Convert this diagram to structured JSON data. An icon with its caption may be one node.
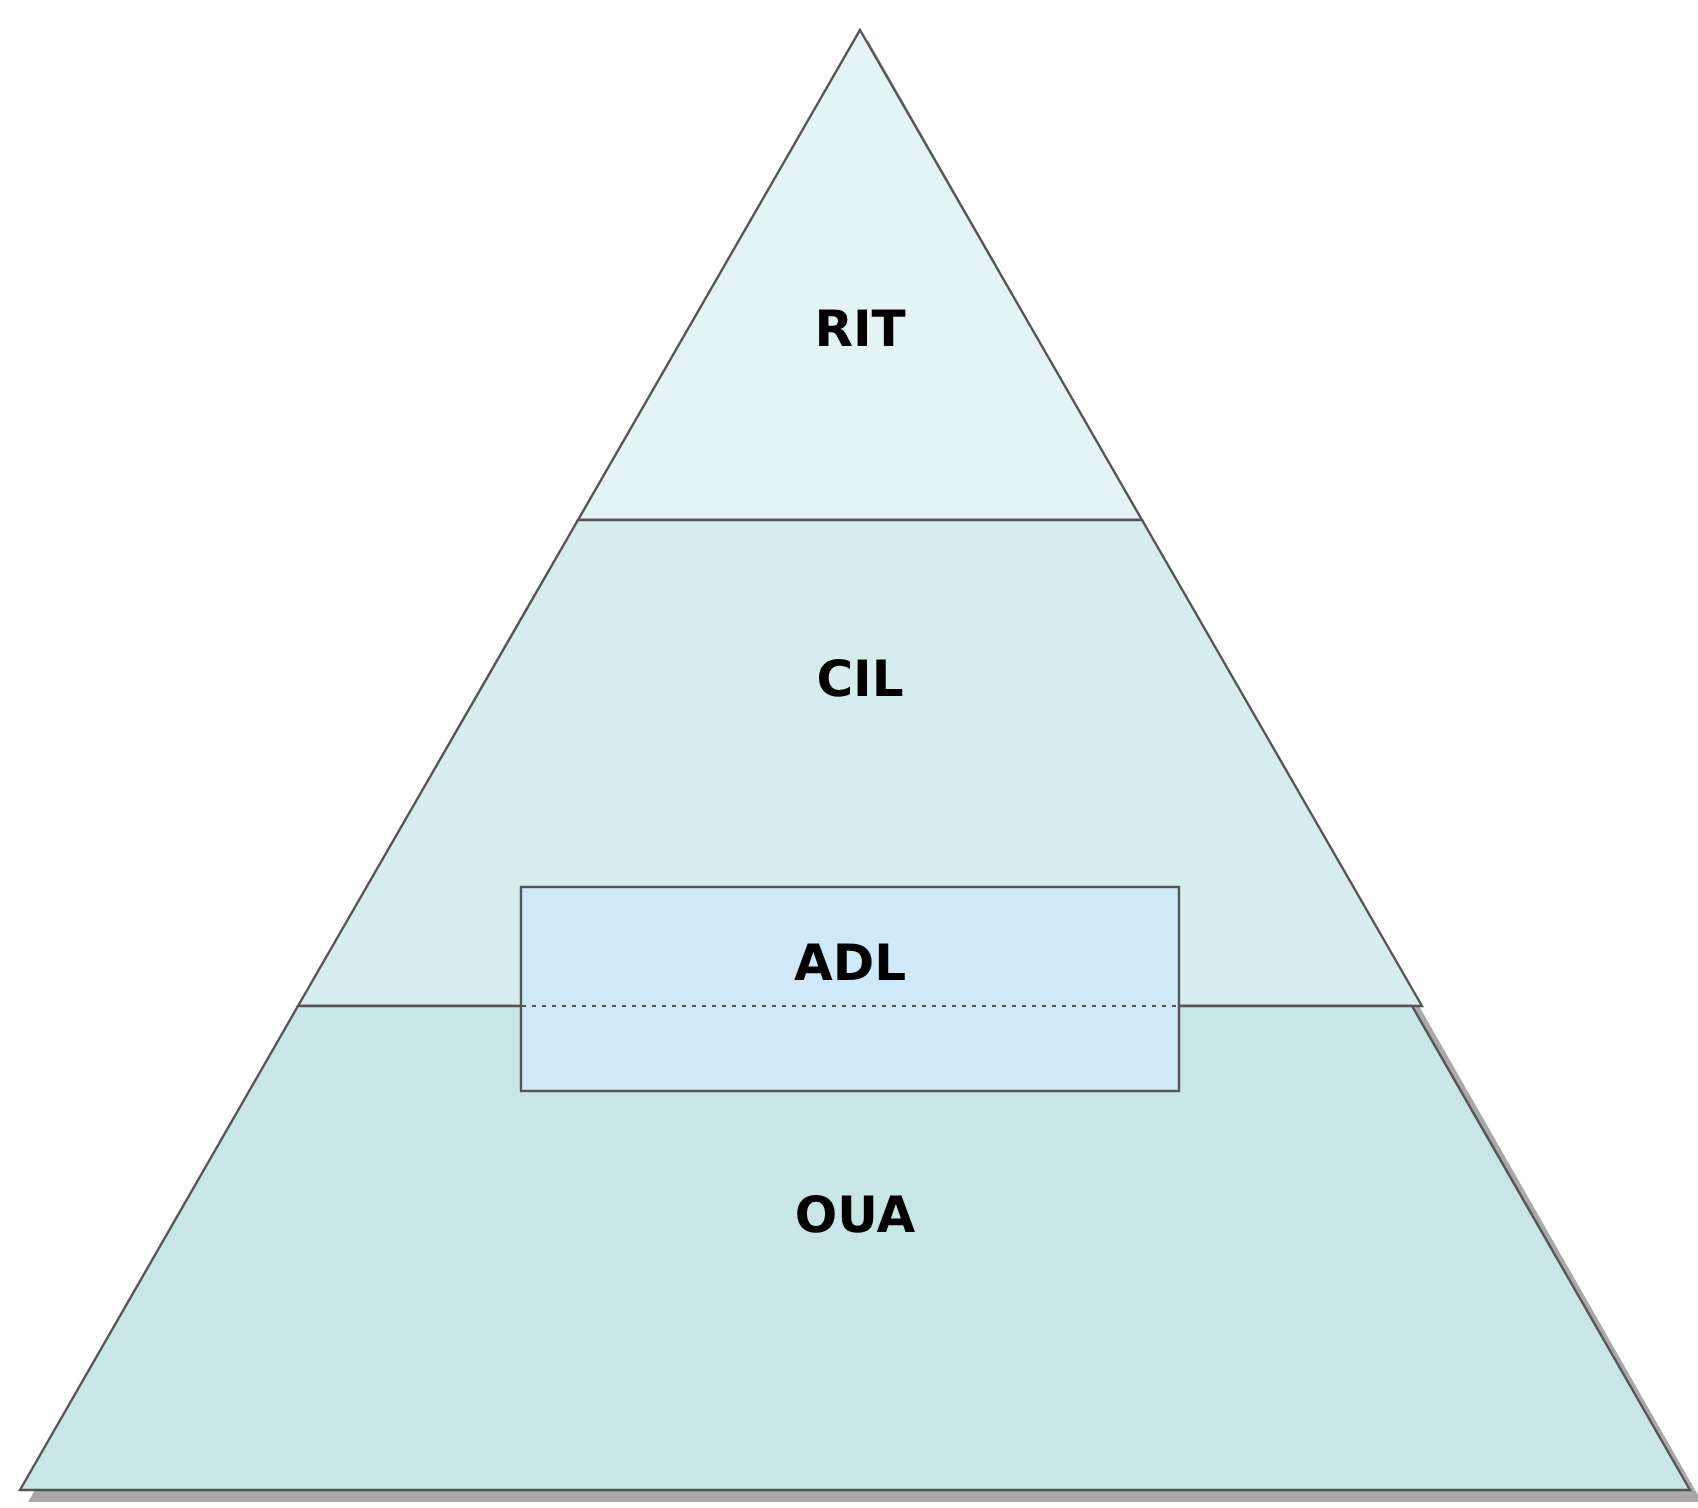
{
  "diagram": {
    "nodes": [
      {
        "text": [
          "RIT"
        ]
      },
      {
        "text": [
          "CIL"
        ]
      },
      {
        "text": [
          "ADL"
        ]
      },
      {
        "text": [
          "OUA"
        ]
      }
    ]
  }
}
